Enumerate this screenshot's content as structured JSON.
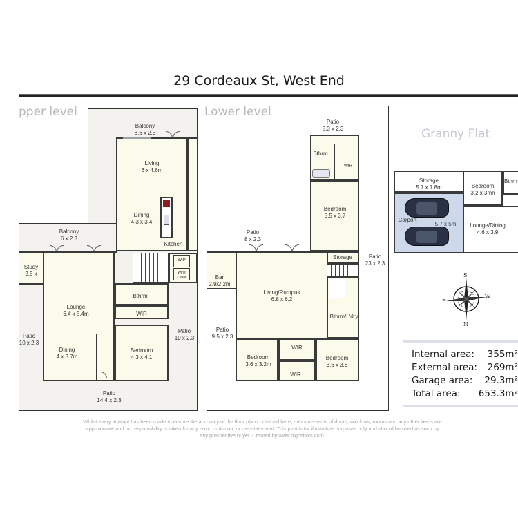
{
  "header": {
    "title": "29 Cordeaux St, West End"
  },
  "upper_level": {
    "label": "pper level",
    "rooms": [
      {
        "name": "Balcony",
        "size": "8.6 x 2.3"
      },
      {
        "name": "Living",
        "size": "6 x 4.6m"
      },
      {
        "name": "Dining",
        "size": "4.3 x 3.4"
      },
      {
        "name": "Kitchen",
        "size": ""
      },
      {
        "name": "Balcony",
        "size": "6 x 2.3"
      },
      {
        "name": "Fireplace",
        "size": ""
      },
      {
        "name": "Study",
        "size": "2.5 x"
      },
      {
        "name": "WIP",
        "size": ""
      },
      {
        "name": "Wine Cellar",
        "size": ""
      },
      {
        "name": "Bthrm",
        "size": ""
      },
      {
        "name": "Lounge",
        "size": "6.4 x 5.4m"
      },
      {
        "name": "WIR",
        "size": ""
      },
      {
        "name": "Patio",
        "size": "10 x 2.3"
      },
      {
        "name": "Dining",
        "size": "4 x 3.7m"
      },
      {
        "name": "Bedroom",
        "size": "4.3 x 4.1"
      },
      {
        "name": "Patio",
        "size": "10 x 2.3"
      },
      {
        "name": "Patio",
        "size": "14.4 x 2.3"
      }
    ]
  },
  "lower_level": {
    "label": "Lower level",
    "rooms": [
      {
        "name": "Patio",
        "size": "8.3 x 2.3"
      },
      {
        "name": "Bthrm",
        "size": ""
      },
      {
        "name": "WIR",
        "size": ""
      },
      {
        "name": "Bedroom",
        "size": "5.5 x 3.7"
      },
      {
        "name": "Patio",
        "size": "8 x 2.3"
      },
      {
        "name": "Storage",
        "size": ""
      },
      {
        "name": "Patio",
        "size": "23 x 2.3"
      },
      {
        "name": "Bar",
        "size": "2.9/2.2m"
      },
      {
        "name": "Living/Rumpus",
        "size": "6.8 x 6.2"
      },
      {
        "name": "Bthrm/L'dry",
        "size": ""
      },
      {
        "name": "Patio",
        "size": "9.5 x 2.3"
      },
      {
        "name": "WIR",
        "size": ""
      },
      {
        "name": "Bedroom",
        "size": "3.6 x 3.2m"
      },
      {
        "name": "WIR",
        "size": ""
      },
      {
        "name": "Bedroom",
        "size": "3.6 x 3.6"
      }
    ]
  },
  "granny_flat": {
    "label": "Granny Flat",
    "rooms": [
      {
        "name": "Storage",
        "size": "5.7 x 1.8m"
      },
      {
        "name": "Bedroom",
        "size": "3.2 x 3mh"
      },
      {
        "name": "Bthrm",
        "size": ""
      },
      {
        "name": "Carport",
        "size": "5.7 x 5m"
      },
      {
        "name": "Lounge/Dining",
        "size": "4.6 x 3.9"
      }
    ]
  },
  "compass": {
    "icon": "compass-rose-icon",
    "labels": [
      "S",
      "N",
      "E",
      "W"
    ]
  },
  "areas": [
    {
      "label": "Internal area:",
      "value": "355m²"
    },
    {
      "label": "External area:",
      "value": "269m²"
    },
    {
      "label": "Garage area:",
      "value": "29.3m²"
    },
    {
      "label": "Total area:",
      "value": "653.3m²"
    }
  ],
  "disclaimer": "Whilst every attempt has been made to ensure the accuracy of the floor plan contained here, measurements of doors, windows, rooms and any other items are approximate and no responsibility is taken for any error, omission, or mis-statement. This plan is for illustrative purposes only and should be used as such by any prospective buyer.  Created by www.highshots.com.",
  "colors": {
    "room_fill": "#fbfbec",
    "outdoor_fill": "#f4f2ee",
    "carport_fill": "#cdd9ea",
    "level_label": "#b8b8bc",
    "wall": "#3a3a3a"
  }
}
